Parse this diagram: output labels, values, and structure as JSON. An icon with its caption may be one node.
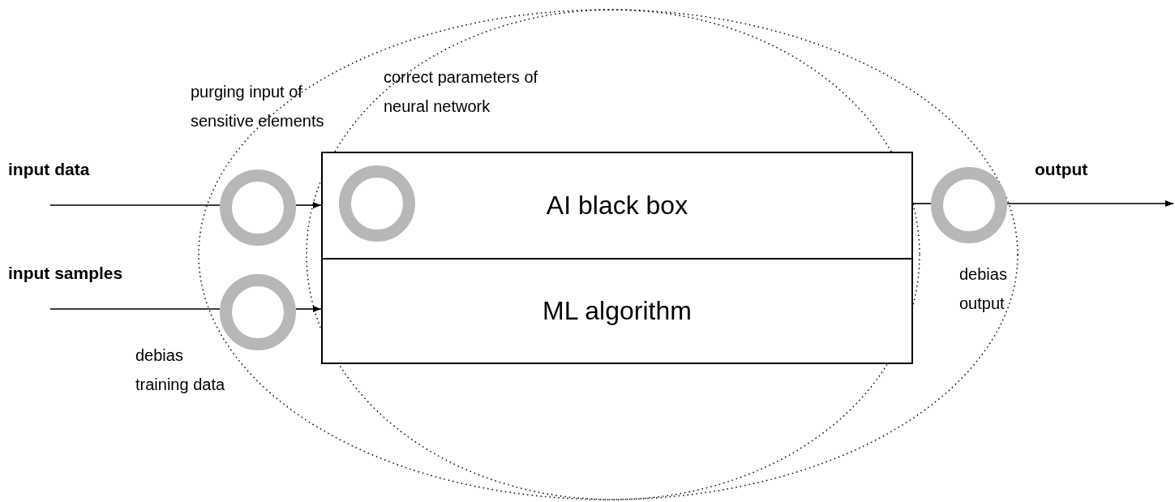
{
  "diagram": {
    "nodes": [
      {
        "text": [],
        "shape": "circle",
        "beside": [
          "purging input of sensitive elements"
        ]
      },
      {
        "text": [],
        "shape": "circle",
        "beside": [
          "debias training data"
        ]
      },
      {
        "text": [
          "AI black box"
        ]
      },
      {
        "text": [],
        "shape": "circle",
        "in": 2,
        "beside": [
          "correct parameters of neural network"
        ]
      },
      {
        "text": [
          "ML algorithm"
        ]
      },
      {
        "text": [],
        "shape": "circle",
        "beside": [
          "debias output"
        ]
      }
    ],
    "edges": [
      {
        "from": null,
        "to": 0,
        "arrow": "none"
      },
      {
        "from": 0,
        "to": 2,
        "arrow": "to"
      },
      {
        "from": null,
        "to": 1,
        "arrow": "none"
      },
      {
        "from": 1,
        "to": 4,
        "arrow": "to"
      },
      {
        "from": 2,
        "to": 5,
        "arrow": "none"
      },
      {
        "from": 5,
        "to": null,
        "arrow": "to"
      }
    ],
    "labels": [
      "input data",
      "input samples",
      "output"
    ]
  }
}
